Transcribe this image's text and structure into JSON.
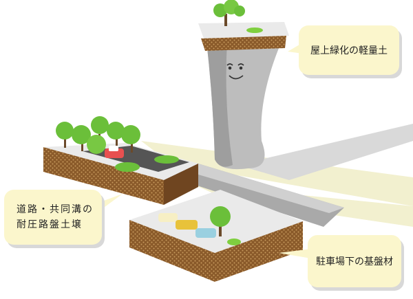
{
  "labels": {
    "roof": "屋上緑化の軽量土",
    "road_line1": "道路・共同溝の",
    "road_line2": "耐圧路盤土壌",
    "parking": "駐車場下の基盤材"
  },
  "colors": {
    "bubble": "#fbf6cc",
    "soil": "#8a5a2a",
    "soil_dot": "#c79a5e",
    "concrete_top": "#eaeaea",
    "concrete_side": "#a8a8a8",
    "road": "#555555",
    "tree": "#6bbf3a",
    "ground_tint": "#f2f0cf"
  },
  "icons": {
    "face": "smiling-face-icon",
    "tree": "tree-icon",
    "car": "car-icon"
  }
}
